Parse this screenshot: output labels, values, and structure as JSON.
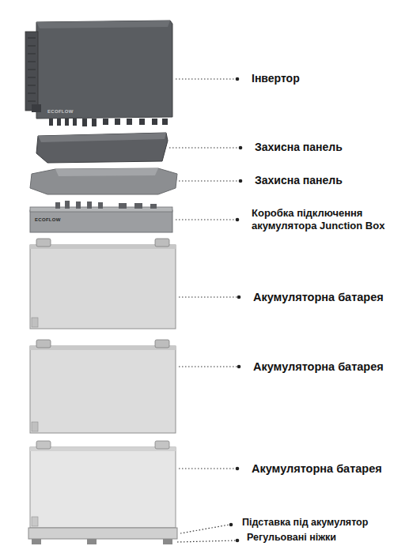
{
  "diagram": {
    "labels": [
      "Інвертор",
      "Захисна панель",
      "Захисна панель",
      "Коробка підключення акумулятора Junction Box",
      "Акумуляторна батарея",
      "Акумуляторна батарея",
      "Акумуляторна батарея",
      "Підставка під акумулятор",
      "Регульовані ніжки",
      "ECOFLOW",
      "ECOFLOW"
    ]
  }
}
